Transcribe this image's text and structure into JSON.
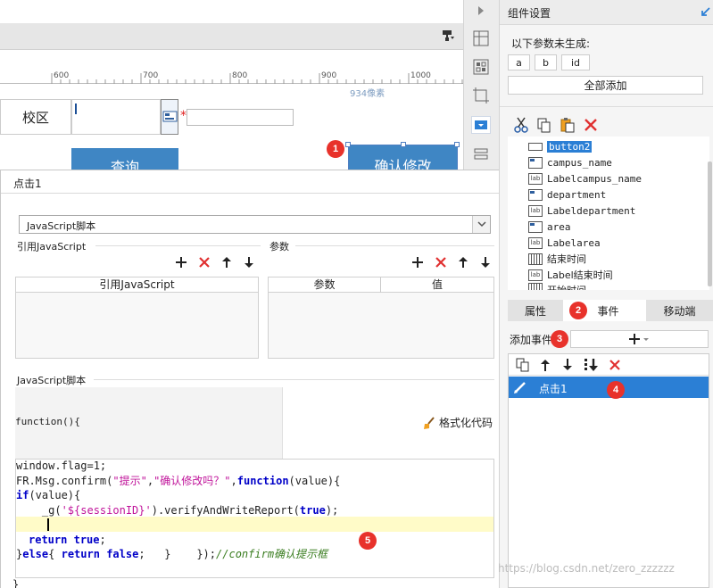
{
  "designer": {
    "ruler_ticks": [
      "600",
      "700",
      "800",
      "900",
      "1000"
    ],
    "width_hint": "934像素",
    "field_label": "校区",
    "required_mark": "*",
    "query_button": "查询",
    "confirm_button": "确认修改"
  },
  "dialog": {
    "title": "点击1",
    "script_type": "JavaScript脚本",
    "ref_js_section": "引用JavaScript",
    "params_section": "参数",
    "ref_js_column": "引用JavaScript",
    "param_column": "参数",
    "value_column": "值",
    "script_section": "JavaScript脚本",
    "function_signature": "function(){",
    "format_code": "格式化代码",
    "code": {
      "l1": "window.flag=1;",
      "l2_a": "FR.Msg.confirm(",
      "l2_s1": "\"提示\"",
      "l2_c": ",",
      "l2_s2": "\"确认修改吗？\"",
      "l2_d": ",",
      "l2_kw": "function",
      "l2_e": "(value){",
      "l3_kw": "if",
      "l3_e": "(value){",
      "l4_a": "    _g(",
      "l4_s": "'${sessionID}'",
      "l4_b": ").verifyAndWriteReport(",
      "l4_kw": "true",
      "l4_c": ");",
      "l6_kw": "return",
      "l6_v": "true",
      "l6_e": ";",
      "l7_a": "}",
      "l7_kw1": "else",
      "l7_b": "{ ",
      "l7_kw2": "return",
      "l7_v": "false",
      "l7_c": ";   }    });",
      "l7_cm": "//confirm",
      "l7_cmt": "确认提示框",
      "l8": "}"
    }
  },
  "right_panel": {
    "title": "组件设置",
    "params_not_generated": "以下参数未生成:",
    "param_chips": [
      "a",
      "b",
      "id"
    ],
    "add_all": "全部添加",
    "tree_items": [
      "button2",
      "campus_name",
      "Labelcampus_name",
      "department",
      "Labeldepartment",
      "area",
      "Labelarea",
      "结束时间",
      "Label结束时间",
      "开始时间"
    ],
    "tabs": [
      "属性",
      "事件",
      "移动端"
    ],
    "add_event": "添加事件",
    "event_item": "点击1"
  },
  "badges": [
    "1",
    "2",
    "3",
    "4",
    "5"
  ],
  "watermark": "https://blog.csdn.net/zero_zzzzzz"
}
